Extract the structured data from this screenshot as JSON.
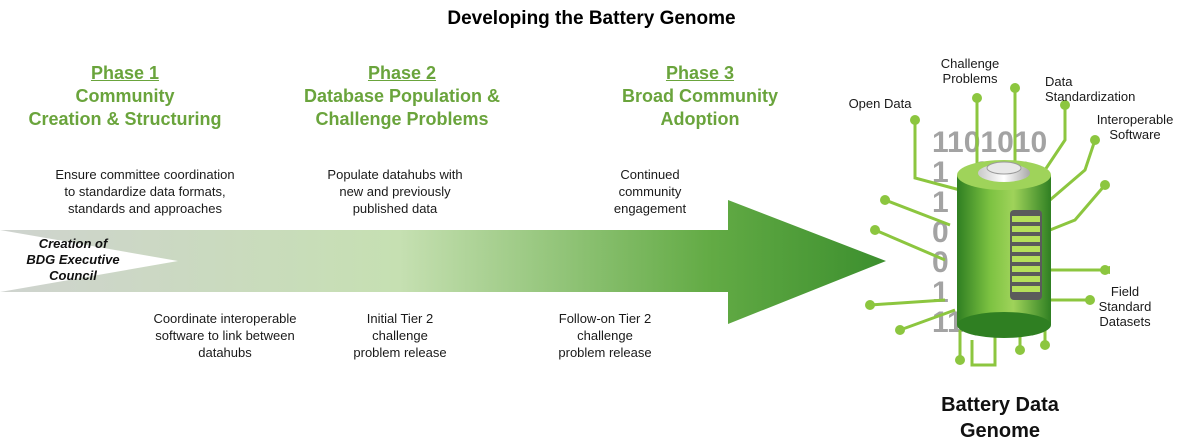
{
  "title": "Developing the Battery Genome",
  "phases": [
    {
      "number": "Phase 1",
      "lines": [
        "Community",
        "Creation & Structuring"
      ]
    },
    {
      "number": "Phase 2",
      "lines": [
        "Database Population &",
        "Challenge Problems"
      ]
    },
    {
      "number": "Phase 3",
      "lines": [
        "Broad Community",
        "Adoption"
      ]
    }
  ],
  "top_descriptions": [
    [
      "Ensure committee coordination",
      "to standardize data formats,",
      "standards and approaches"
    ],
    [
      "Populate datahubs with",
      "new and previously",
      "published data"
    ],
    [
      "Continued",
      "community",
      "engagement"
    ]
  ],
  "bottom_descriptions": [
    [
      "Coordinate interoperable",
      "software to link between",
      "datahubs"
    ],
    [
      "Initial Tier 2",
      "challenge",
      "problem release"
    ],
    [
      "Follow-on Tier 2",
      "challenge",
      "problem release"
    ]
  ],
  "council": [
    "Creation of",
    "BDG Executive",
    "Council"
  ],
  "battery_labels": {
    "challenge": [
      "Challenge",
      "Problems"
    ],
    "data_std": [
      "Data",
      "Standardization"
    ],
    "open_data": [
      "Open Data"
    ],
    "interop": [
      "Interoperable",
      "Software"
    ],
    "field": [
      "Field",
      "Standard",
      "Datasets"
    ]
  },
  "binary_rows": [
    "1101010",
    "1   0 01",
    "1      0",
    "0      1",
    "0      0",
    "1      1",
    "1101110"
  ],
  "battery_title": [
    "Battery Data",
    "Genome"
  ],
  "colors": {
    "accent": "#6aa43c",
    "circuit": "#8cc63f",
    "arrow_dark": "#3f8f2f",
    "binary": "#a3a3a3"
  }
}
